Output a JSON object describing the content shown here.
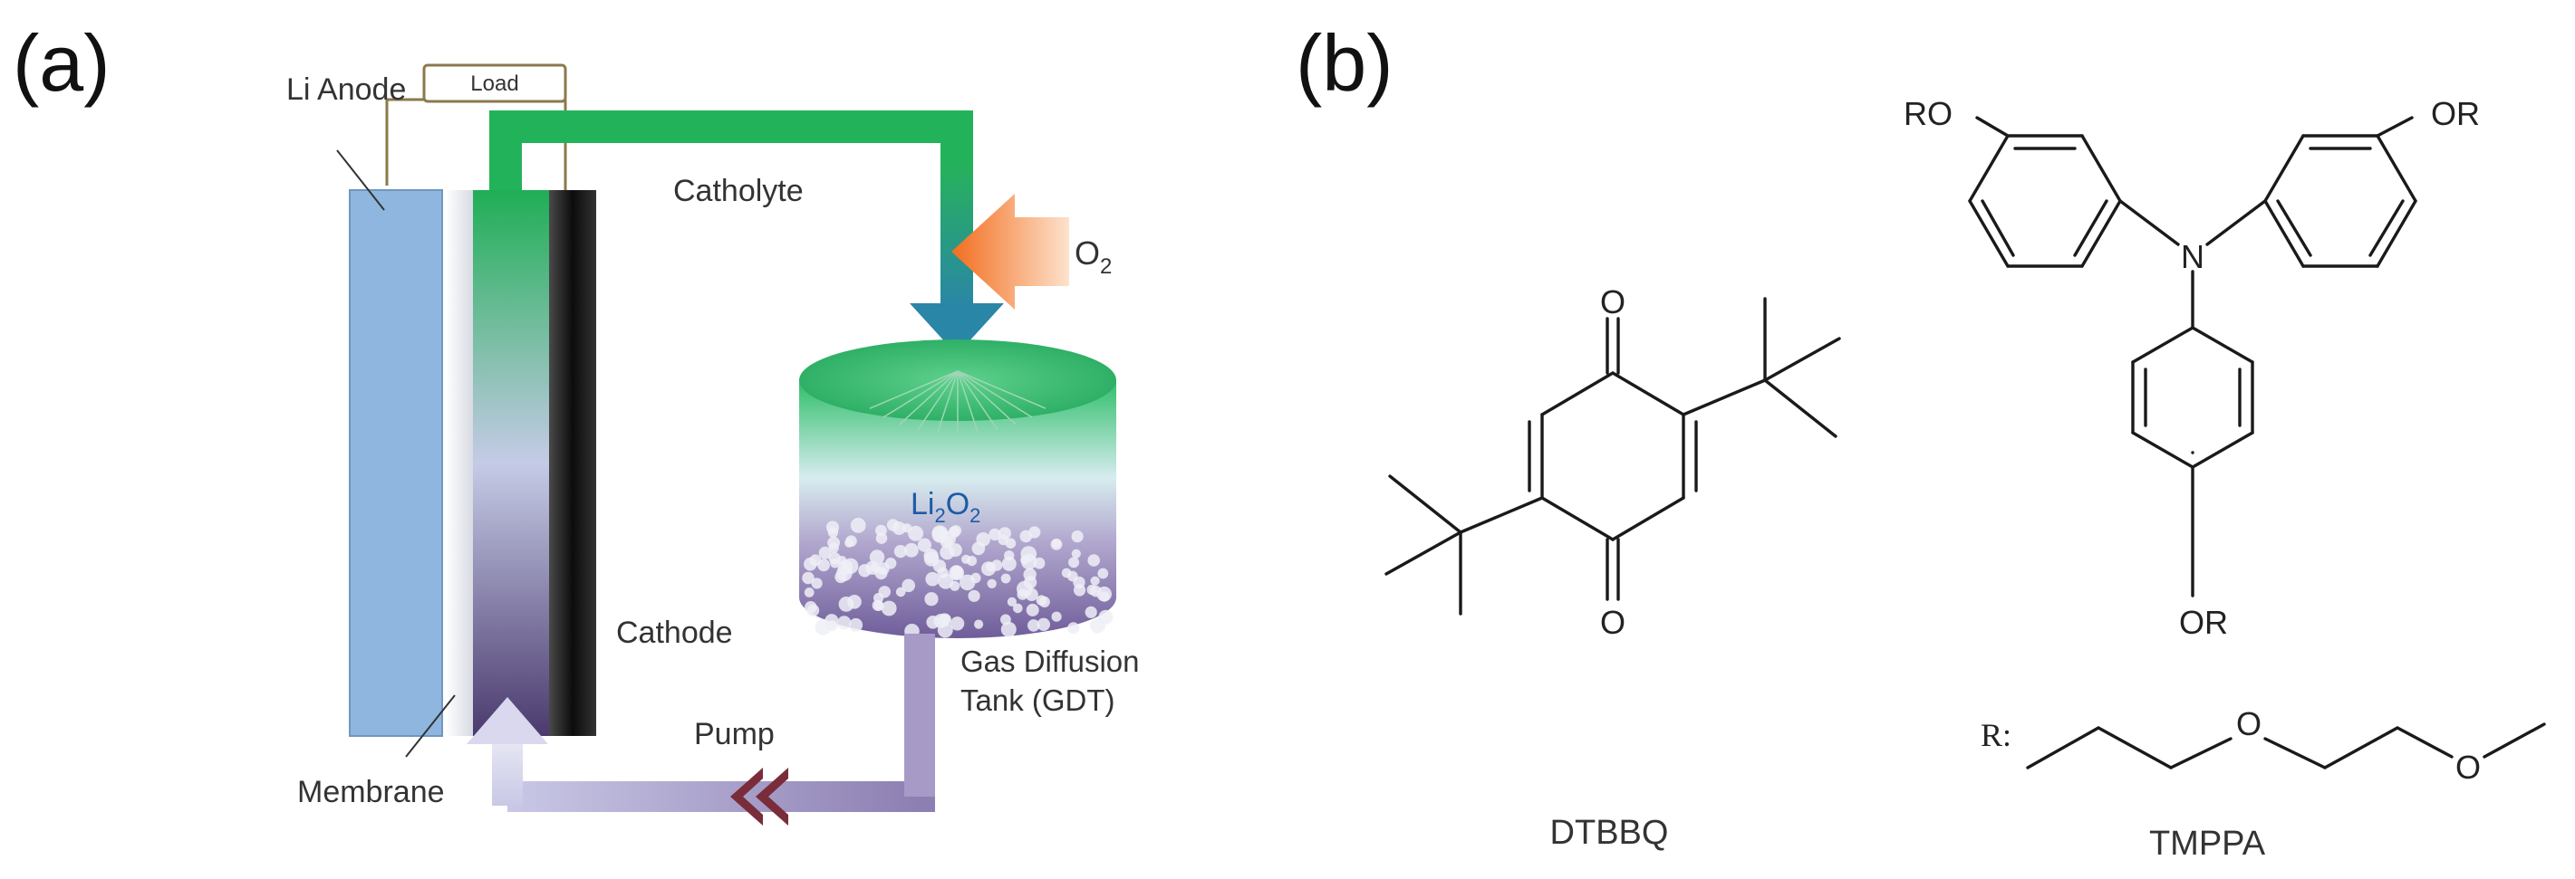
{
  "panel_a": {
    "panel_label": "(a)",
    "load_label": "Load",
    "anode_label": "Li Anode",
    "membrane_label": "Membrane",
    "cathode_label": "Cathode",
    "catholyte_label": "Catholyte",
    "oxygen": {
      "base": "O",
      "sub": "2"
    },
    "product": {
      "p1": "Li",
      "sub1": "2",
      "p2": "O",
      "sub2": "2"
    },
    "tank_label_line1": "Gas Diffusion",
    "tank_label_line2": "Tank (GDT)",
    "pump_label": "Pump"
  },
  "panel_b": {
    "panel_label": "(b)",
    "dtbbq": {
      "name": "DTBBQ",
      "atom_o_top": "O",
      "atom_o_bottom": "O"
    },
    "tmppa": {
      "name": "TMPPA",
      "ro_top_left": "RO",
      "or_top_right": "OR",
      "nitrogen": "N",
      "or_bottom": "OR"
    },
    "r_group": {
      "label": "R:",
      "oxygen_1": "O",
      "oxygen_2": "O"
    }
  },
  "colors": {
    "anode": "#8fb6df",
    "membrane_edge": "#e4e5ea",
    "cathode_top": "#1fae55",
    "cathode_bottom": "#4b3a6e",
    "current_collector": "#111111",
    "catholyte_green": "#22b35a",
    "catholyte_teal": "#2a8fa8",
    "oxygen_arrow": "#f47d30",
    "return_pipe": "#9a8cba",
    "pump_chevron": "#7a2c3a",
    "product_text": "#1f5aa6",
    "load_box": "#8a7a4a"
  }
}
